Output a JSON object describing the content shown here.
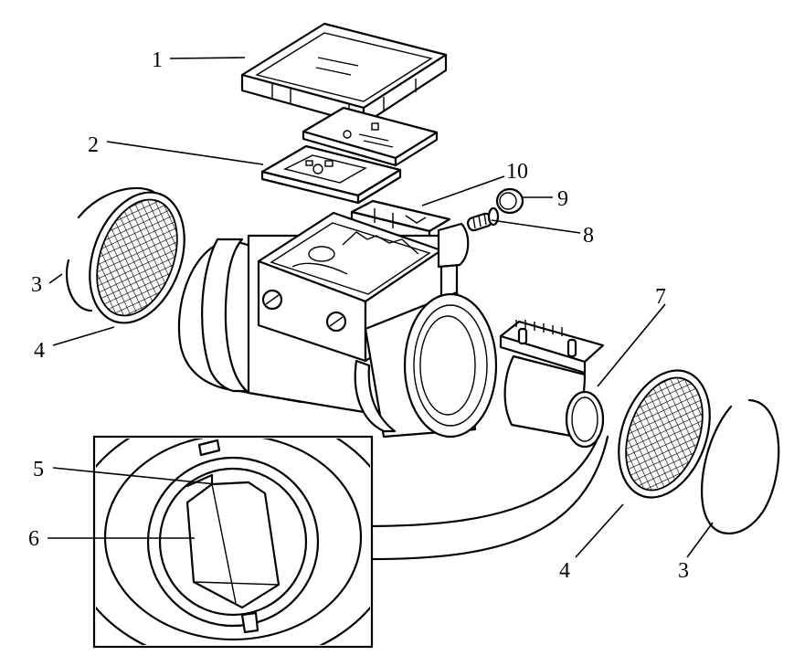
{
  "labels": {
    "l1": "1",
    "l2": "2",
    "l3_left": "3",
    "l3_right": "3",
    "l4_left": "4",
    "l4_right": "4",
    "l5": "5",
    "l6": "6",
    "l7": "7",
    "l8": "8",
    "l9": "9",
    "l10": "10"
  }
}
